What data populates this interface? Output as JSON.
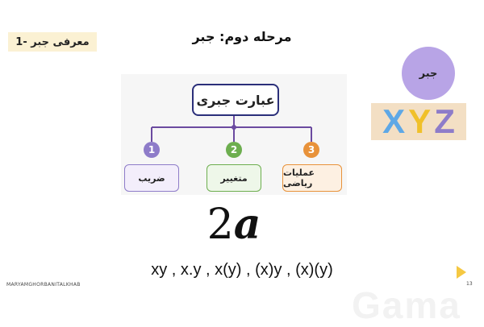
{
  "header": {
    "intro_label": "1- معرفی جبر",
    "stage_title": "مرحله دوم: جبر"
  },
  "side": {
    "circle_label": "جبر",
    "xyz": [
      "X",
      "Y",
      "Z"
    ]
  },
  "diagram": {
    "root": "عبارت جبری",
    "children": [
      {
        "num": "1",
        "label": "ضریب",
        "color": "#8e7cc9"
      },
      {
        "num": "2",
        "label": "متغییر",
        "color": "#6dae4f"
      },
      {
        "num": "3",
        "label": "عملیات ریاضی",
        "color": "#e8923a"
      }
    ]
  },
  "formula": {
    "coef": "2",
    "var": "a"
  },
  "expressions": "xy , x.y , x(y) , (x)y , (x)(y)",
  "footer": {
    "author": "MARYAMGHORBANITALKHAB",
    "page": "13",
    "logo": "Gama"
  }
}
